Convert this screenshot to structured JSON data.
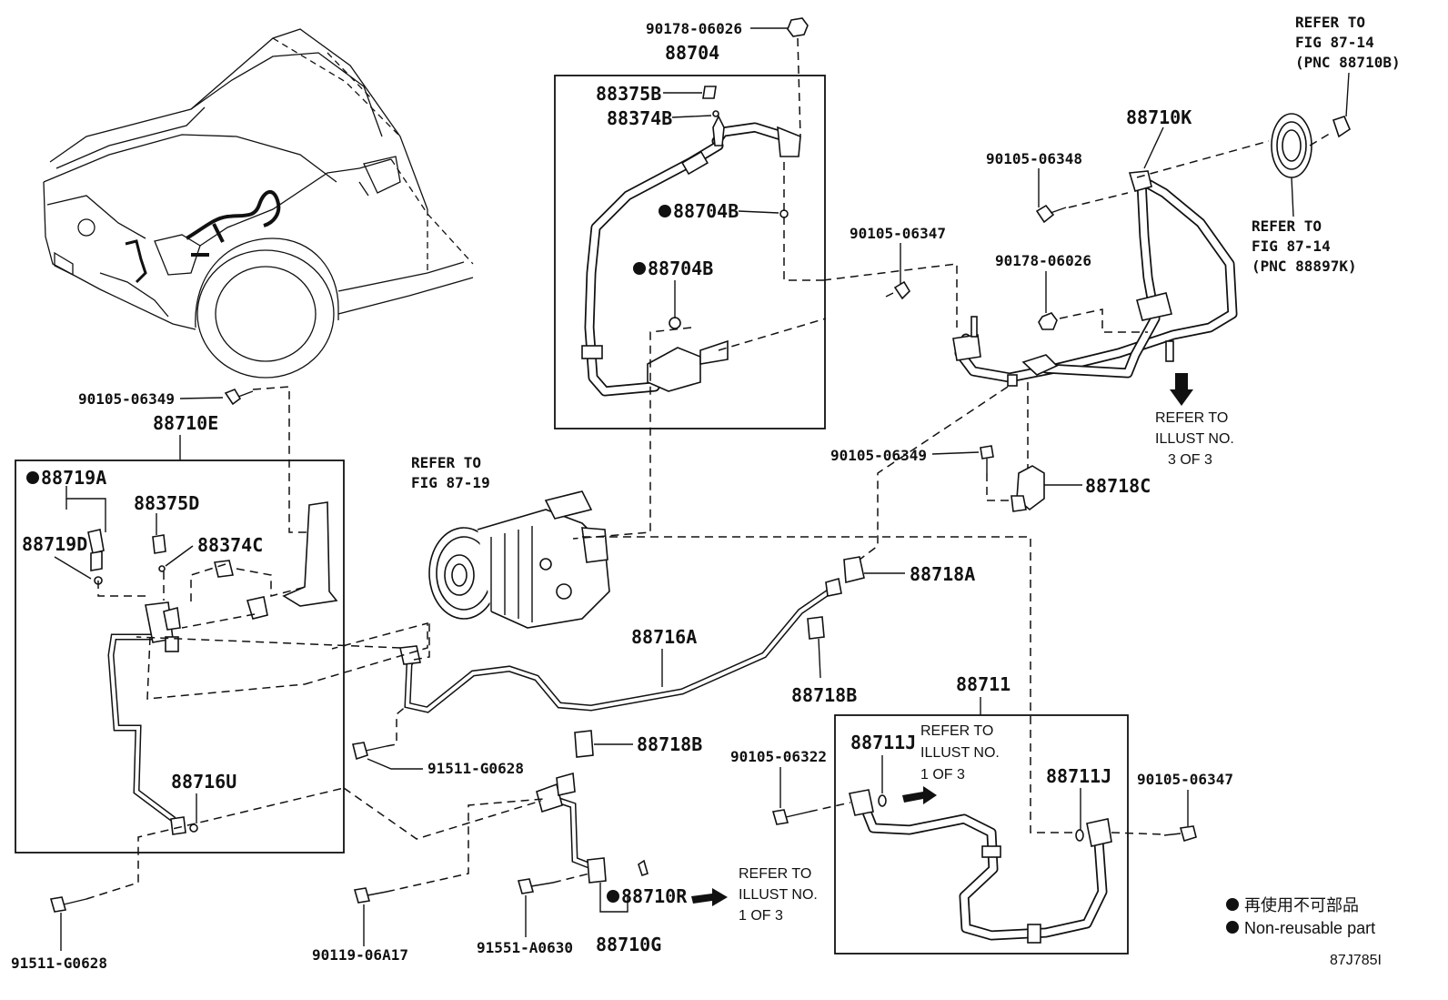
{
  "labels": {
    "p90178_06026_top": "90178-06026",
    "p88704": "88704",
    "p88375B": "88375B",
    "p88374B": "88374B",
    "p88704B_1": "88704B",
    "p88704B_2": "88704B",
    "p90105_06347_mid": "90105-06347",
    "p90105_06348": "90105-06348",
    "p88710K": "88710K",
    "p90178_06026_right": "90178-06026",
    "p90105_06349_top": "90105-06349",
    "p88710E": "88710E",
    "p88719A": "88719A",
    "p88375D": "88375D",
    "p88719D": "88719D",
    "p88374C": "88374C",
    "p88716U": "88716U",
    "p91511_G0628_left": "91511-G0628",
    "p90105_06349_right": "90105-06349",
    "p88718C": "88718C",
    "p88718A": "88718A",
    "p88716A": "88716A",
    "p88718B_1": "88718B",
    "p88718B_2": "88718B",
    "p91511_G0628_mid": "91511-G0628",
    "p88711": "88711",
    "p90105_06322": "90105-06322",
    "p88711J_1": "88711J",
    "p88711J_2": "88711J",
    "p90105_06347_right": "90105-06347",
    "p88710R": "88710R",
    "p88710G": "88710G",
    "p91551_A0630": "91551-A0630",
    "p90119_06A17": "90119-06A17"
  },
  "refs": {
    "top_right": [
      "REFER TO",
      "FIG 87-14",
      "(PNC 88710B)"
    ],
    "right_mid": [
      "REFER TO",
      "FIG 87-14",
      "(PNC 88897K)"
    ],
    "illust3": [
      "REFER TO",
      "ILLUST NO.",
      "3 OF 3"
    ],
    "fig8719": [
      "REFER TO",
      "FIG 87-19"
    ],
    "illust1_a": [
      "REFER TO",
      "ILLUST NO.",
      "1 OF 3"
    ],
    "illust1_b": [
      "REFER TO",
      "ILLUST NO.",
      "1 OF 3"
    ]
  },
  "legend": {
    "bullet": "●",
    "line1": "再使用不可部品",
    "line2": "Non-reusable part"
  },
  "figure_code": "87J785I"
}
